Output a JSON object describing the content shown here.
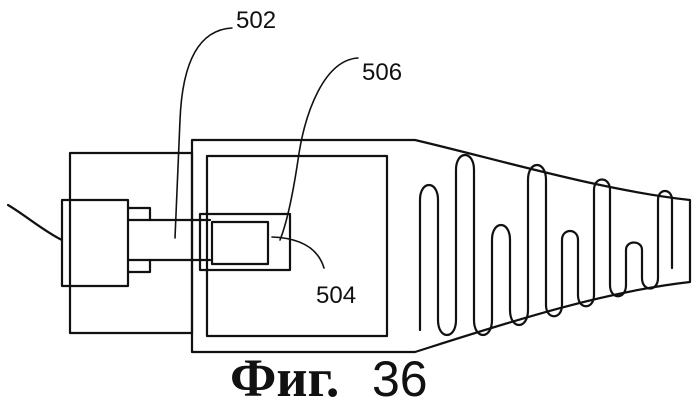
{
  "figure": {
    "labels": {
      "ref_502": "502",
      "ref_506": "506",
      "ref_504": "504"
    },
    "caption": {
      "word": "Фиг.",
      "number": "36"
    }
  }
}
